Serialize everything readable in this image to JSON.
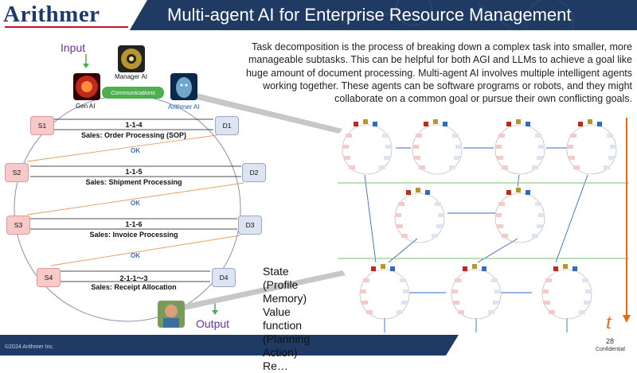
{
  "header": {
    "logo": "Arithmer",
    "title": "Multi-agent AI for Enterprise Resource Management"
  },
  "description": "Task decomposition is the process of breaking down a complex task into smaller, more manageable subtasks. This can be helpful for both AGI and LLMs to achieve a goal like huge amount of document processing. Multi-agent AI involves multiple intelligent agents working together. These agents can be software programs or robots, and they might collaborate on a common goal or pursue their own conflicting goals.",
  "state_text": "State (Profile Memory) Value function (Planning Action) Re…",
  "diagram": {
    "input_label": "Input",
    "output_label": "Output",
    "manager_label": "Manager AI",
    "gen_label": "Gen AI",
    "arithmer_label": "Arithmer AI",
    "communications_label": "Communications",
    "ok_label": "OK",
    "tasks": [
      {
        "s": "S1",
        "d": "D1",
        "code": "1-1-4",
        "name": "Sales: Order Processing (SOP)"
      },
      {
        "s": "S2",
        "d": "D2",
        "code": "1-1-5",
        "name": "Sales: Shipment Processing"
      },
      {
        "s": "S3",
        "d": "D3",
        "code": "1-1-6",
        "name": "Sales: Invoice Processing"
      },
      {
        "s": "S4",
        "d": "D4",
        "code": "2-1-1〜3",
        "name": "Sales: Receipt Allocation"
      }
    ]
  },
  "time_axis_label": "t",
  "footer": {
    "copyright": "©2024 Arithmer Inc.",
    "page": "28",
    "confidential": "Confidential"
  },
  "colors": {
    "header_bg": "#1f3a63",
    "accent_purple": "#7030a0",
    "node_s": "#f7c9c9",
    "node_d": "#dde4f1",
    "time_arrow": "#e36c09",
    "comm_green": "#4caf50"
  }
}
